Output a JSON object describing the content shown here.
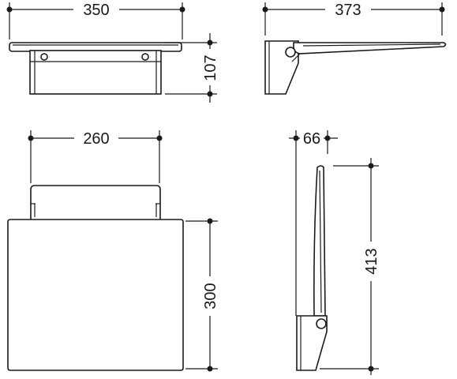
{
  "dimensions": {
    "top_width": "350",
    "top_height": "107",
    "side_top_width": "373",
    "front_width": "260",
    "front_height": "300",
    "side_depth": "66",
    "side_height": "413"
  },
  "colors": {
    "line": "#1a1a1a",
    "background": "#ffffff"
  }
}
